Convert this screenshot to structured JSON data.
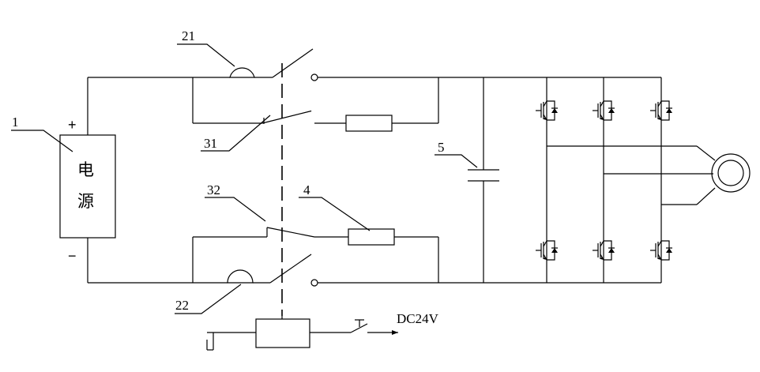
{
  "labels": {
    "power_supply": "1",
    "power_supply_text_1": "电",
    "power_supply_text_2": "源",
    "plus": "+",
    "minus": "−",
    "contactor_21": "21",
    "contactor_22": "22",
    "aux_switch_31": "31",
    "aux_switch_32": "32",
    "resistor_4": "4",
    "capacitor_5": "5",
    "dc_source": "DC24V"
  }
}
